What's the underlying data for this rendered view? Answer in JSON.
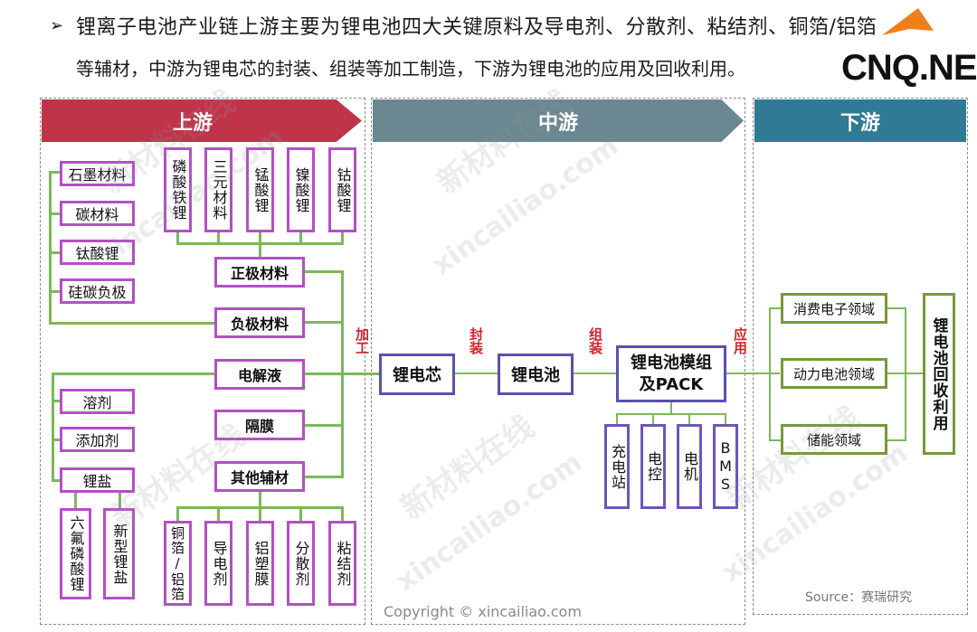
{
  "intro": {
    "line1": "锂离子电池产业链上游主要为锂电池四大关键原料及导电剂、分散剂、粘结剂、铜箔/铝箔",
    "line2": "等辅材，中游为锂电芯的封装、组装等加工制造，下游为锂电池的应用及回收利用。"
  },
  "logo": {
    "text": "CNQ.NET",
    "accent_color": "#f07f1a"
  },
  "banners": {
    "upstream": {
      "label": "上游",
      "color": "#c0344a"
    },
    "midstream": {
      "label": "中游",
      "color": "#6b8791"
    },
    "downstream": {
      "label": "下游",
      "color": "#2f7a94"
    }
  },
  "upstream": {
    "anode_sources": [
      "石墨材料",
      "碳材料",
      "钛酸锂",
      "硅碳负极"
    ],
    "cathode_sources": [
      "磷酸铁锂",
      "三元材料",
      "锰酸锂",
      "镍酸锂",
      "钴酸锂"
    ],
    "main": [
      "正极材料",
      "负极材料",
      "电解液",
      "隔膜",
      "其他辅材"
    ],
    "electrolyte_parts": [
      "溶剂",
      "添加剂",
      "锂盐"
    ],
    "lithium_salts": [
      "六氟磷酸锂",
      "新型锂盐"
    ],
    "aux_materials": [
      "铜箔/铝箔",
      "导电剂",
      "铝塑膜",
      "分散剂",
      "粘结剂"
    ]
  },
  "process_labels": {
    "processing": "加工",
    "packaging": "封装",
    "assembly": "组装",
    "application": "应用"
  },
  "midstream": {
    "cell": "锂电芯",
    "battery": "锂电池",
    "module": "锂电池模组及PACK",
    "module_parts": [
      "充电站",
      "电控",
      "电机",
      "BMS"
    ]
  },
  "downstream": {
    "applications": [
      "消费电子领域",
      "动力电池领域",
      "储能领域"
    ],
    "recycling": "锂电池回收利用"
  },
  "source": "Source：赛瑞研究",
  "copyright": "Copyright © xincailiao.com",
  "watermarks": [
    "新材料在线",
    "xincailiao.com"
  ],
  "colors": {
    "purple_border": "#b44fc6",
    "blue_border": "#5a4fb4",
    "green_line": "#7cb85a",
    "red_text": "#d0232b"
  }
}
